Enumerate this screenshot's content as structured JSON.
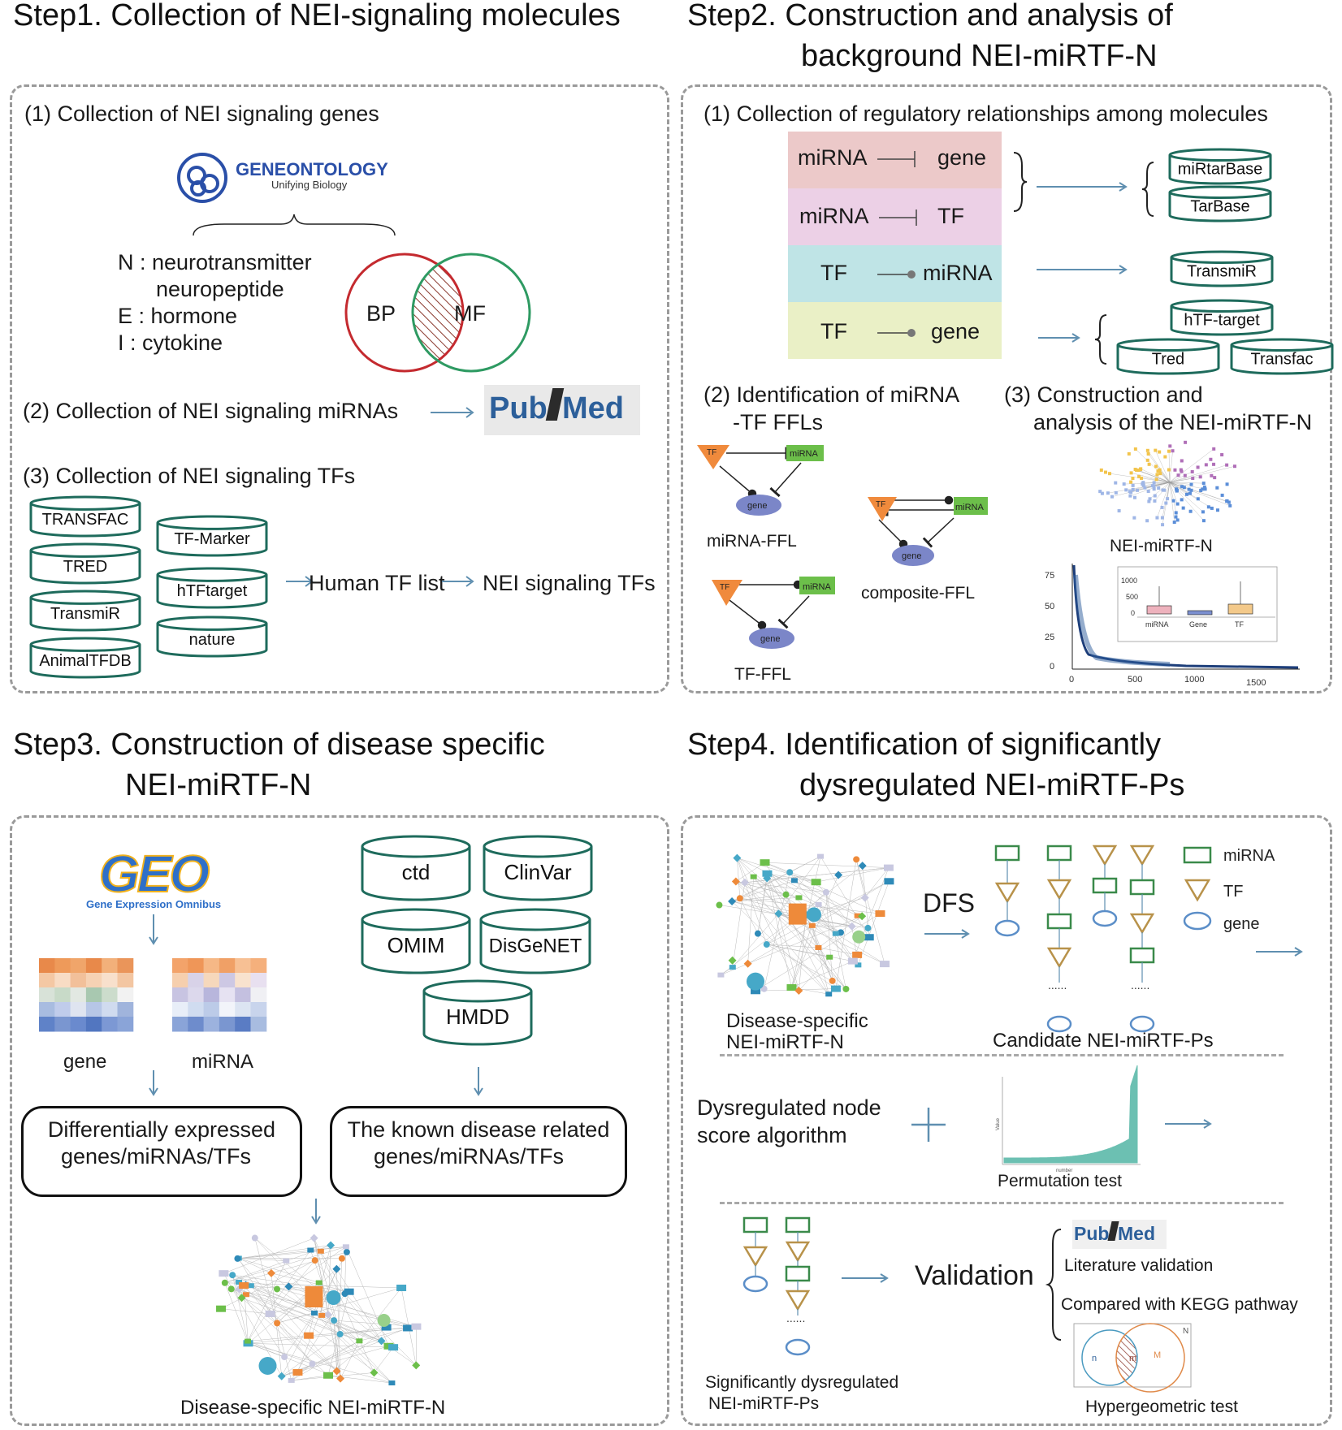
{
  "colors": {
    "teal": "#1e6b5c",
    "arrow": "#5f8fb0",
    "red": "#c42a2f",
    "green": "#2e9a62",
    "orange": "#ee8a3a",
    "tf_orange": "#f08a3c",
    "mirna_green": "#6cbf4a",
    "gene_purple": "#7b86c8",
    "row_pink": "#ecc9c9",
    "row_lilac": "#ecd0e6",
    "row_cyan": "#bfe4e6",
    "row_yellow": "#eaf0c6",
    "dfs_green": "#3a8a4a",
    "dfs_tan": "#b8924a",
    "dfs_blue": "#5b8ec8",
    "perm_teal": "#6cc0b2"
  },
  "step1": {
    "title": "Step1. Collection of NEI-signaling molecules",
    "s1_title": "(1) Collection of  NEI signaling genes",
    "go_logo_name": "GENEONTOLOGY",
    "go_logo_tagline": "Unifying Biology",
    "n_label": "N : neurotransmitter",
    "n_label2": "neuropeptide",
    "e_label": "E : hormone",
    "i_label": "I   : cytokine",
    "venn_bp": "BP",
    "venn_mf": "MF",
    "s2_title": "(2) Collection of  NEI signaling miRNAs",
    "pubmed_pub": "Pub",
    "pubmed_med": "Med",
    "s3_title": "(3) Collection of  NEI signaling TFs",
    "dbs_left": [
      "TRANSFAC",
      "TRED",
      "TransmiR",
      "AnimalTFDB"
    ],
    "dbs_right": [
      "TF-Marker",
      "hTFtarget",
      "nature"
    ],
    "human_tf_list": "Human TF list",
    "nei_tfs": "NEI signaling TFs"
  },
  "step2": {
    "title_line1": "Step2. Construction and analysis of",
    "title_line2": "background NEI-miRTF-N",
    "s1_title": "(1) Collection of regulatory relationships among molecules",
    "relations": [
      {
        "left": "miRNA",
        "right": "gene",
        "type": "inhibit"
      },
      {
        "left": "miRNA",
        "right": "TF",
        "type": "inhibit"
      },
      {
        "left": "TF",
        "right": "miRNA",
        "type": "activate"
      },
      {
        "left": "TF",
        "right": "gene",
        "type": "activate"
      }
    ],
    "dbs": [
      "miRtarBase",
      "TarBase",
      "TransmiR",
      "hTF-target",
      "Tred",
      "Transfac"
    ],
    "s2_title_l1": "(2) Identification of miRNA",
    "s2_title_l2": "-TF FFLs",
    "ffl_tf": "TF",
    "ffl_mirna": "miRNA",
    "ffl_gene": "gene",
    "ffl_names": [
      "miRNA-FFL",
      "composite-FFL",
      "TF-FFL"
    ],
    "s3_title_l1": "(3) Construction and",
    "s3_title_l2": "analysis of the NEI-miRTF-N",
    "network_label": "NEI-miRTF-N",
    "degree_chart_yticks": [
      "75",
      "50",
      "25",
      "0"
    ],
    "degree_chart_xticks": [
      "0",
      "500",
      "1000",
      "1500"
    ],
    "inset_yticks": [
      "1000",
      "500",
      "0"
    ],
    "inset_categories": [
      "miRNA",
      "Gene",
      "TF"
    ]
  },
  "step3": {
    "title_line1": "Step3. Construction of disease specific",
    "title_line2": "NEI-miRTF-N",
    "geo_logo": "GEO",
    "geo_tagline": "Gene Expression Omnibus",
    "heatmap_labels": [
      "gene",
      "miRNA"
    ],
    "dbs": [
      "ctd",
      "ClinVar",
      "OMIM",
      "DisGeNET",
      "HMDD"
    ],
    "box_left_l1": "Differentially expressed",
    "box_left_l2": "genes/miRNAs/TFs",
    "box_right_l1": "The known disease related",
    "box_right_l2": "genes/miRNAs/TFs",
    "network_label": "Disease-specific NEI-miRTF-N"
  },
  "step4": {
    "title_line1": "Step4. Identification of significantly",
    "title_line2": "dysregulated NEI-miRTF-Ps",
    "network_label_l1": "Disease-specific",
    "network_label_l2": "NEI-miRTF-N",
    "dfs_label": "DFS",
    "candidate_label": "Candidate NEI-miRTF-Ps",
    "legend": [
      "miRNA",
      "TF",
      "gene"
    ],
    "dots": "......",
    "dysreg_l1": "Dysregulated node",
    "dysreg_l2": "score algorithm",
    "perm_label": "Permutation test",
    "perm_ylabel": "Value",
    "perm_xlabel": "number",
    "sig_l1": "Significantly dysregulated",
    "sig_l2": "NEI-miRTF-Ps",
    "validation_label": "Validation",
    "lit_validation": "Literature validation",
    "kegg": "Compared with KEGG pathway",
    "hyper_label": "Hypergeometric test",
    "venn_n": "n",
    "venn_m": "m",
    "venn_M": "M",
    "venn_N": "N"
  }
}
